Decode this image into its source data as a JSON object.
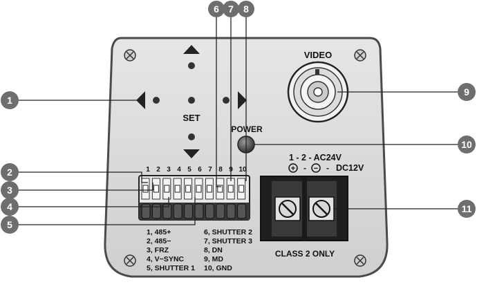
{
  "labels": {
    "video": "VIDEO",
    "set": "SET",
    "power": "POWER",
    "class2": "CLASS 2 ONLY",
    "power_line1": "1  -  2  -  AC24V",
    "power_line2_dc": "DC12V",
    "plus_symbol": "+",
    "minus_symbol": "−",
    "dash": "-"
  },
  "callouts": [
    "1",
    "2",
    "3",
    "4",
    "5",
    "6",
    "7",
    "8",
    "9",
    "10",
    "11"
  ],
  "pin_numbers": [
    "1",
    "2",
    "3",
    "4",
    "5",
    "6",
    "7",
    "8",
    "9",
    "10"
  ],
  "legend_left": [
    "1, 485+",
    "2, 485−",
    "3, FRZ",
    "4, V−SYNC",
    "5, SHUTTER 1"
  ],
  "legend_right": [
    "6, SHUTTER 2",
    "7, SHUTTER 3",
    "8, DN",
    "9, MD",
    "10, GND"
  ],
  "colors": {
    "panel": "#d9d9d9",
    "panel_edge": "#4a4a4a",
    "callout": "#6e6e6e",
    "dark": "#222222"
  },
  "icons": [
    "arrow-up-icon",
    "arrow-down-icon",
    "arrow-left-icon",
    "arrow-right-icon",
    "screw-icon",
    "bnc-connector-icon"
  ]
}
